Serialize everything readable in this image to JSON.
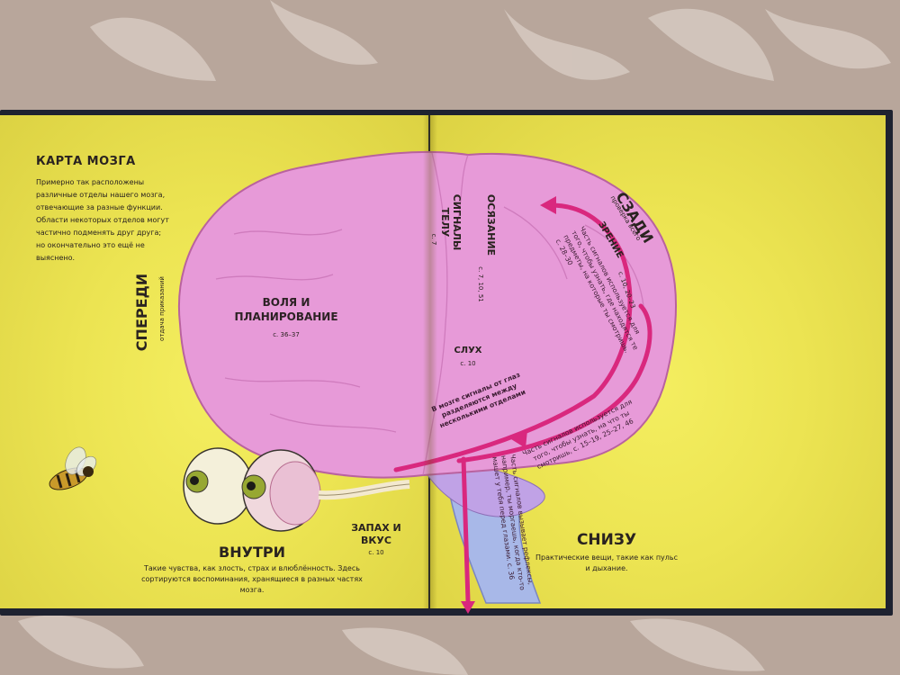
{
  "colors": {
    "page": "#ece452",
    "brain": "#e79ad8",
    "arrow": "#d9287e",
    "fabric": "#b9a89c"
  },
  "map": {
    "title": "КАРТА МОЗГА",
    "intro": "Примерно так расположены различные отделы нашего мозга, отвечающие за разные функции. Области некоторых отделов могут частично подменять друг друга; но окончательно это ещё не выяснено."
  },
  "directions": {
    "front": "СПЕРЕДИ",
    "front_sub": "отдача приказаний",
    "back": "СЗАДИ",
    "back_sub": "проверка всего",
    "inside": "ВНУТРИ",
    "inside_desc": "Такие чувства, как злость, страх и влюблённость. Здесь сортируются воспоминания, хранящиеся в разных частях мозга.",
    "below": "СНИЗУ",
    "below_desc": "Практические вещи, такие как пульс и дыхание."
  },
  "areas": {
    "will": "ВОЛЯ И ПЛАНИРОВАНИЕ",
    "will_pages": "с. 36–37",
    "signals": "СИГНАЛЫ ТЕЛУ",
    "signals_pages": "с. 7",
    "touch": "ОСЯЗАНИЕ",
    "touch_pages": "с. 7, 10, 51",
    "vision": "ЗРЕНИЕ",
    "vision_pages": "с. 10, 20–23",
    "hearing": "СЛУХ",
    "hearing_pages": "с. 10",
    "smell": "ЗАПАХ И ВКУС",
    "smell_pages": "с. 10"
  },
  "notes": {
    "split": "В мозге сигналы от глаз разделяются между несколькими отделами",
    "vision_a": "Часть сигналов используется для того, чтобы узнать, где находятся те предметы, на которые ты смотришь. с. 28–30",
    "vision_b": "Часть сигналов используется для того, чтобы узнать, на что ты смотришь, с. 15–19, 25–27, 46",
    "reflex": "Часть сигналов вызывает рефлексы, например, ты моргаешь, когда кто-то машет у тебя перед глазами. с. 36"
  }
}
